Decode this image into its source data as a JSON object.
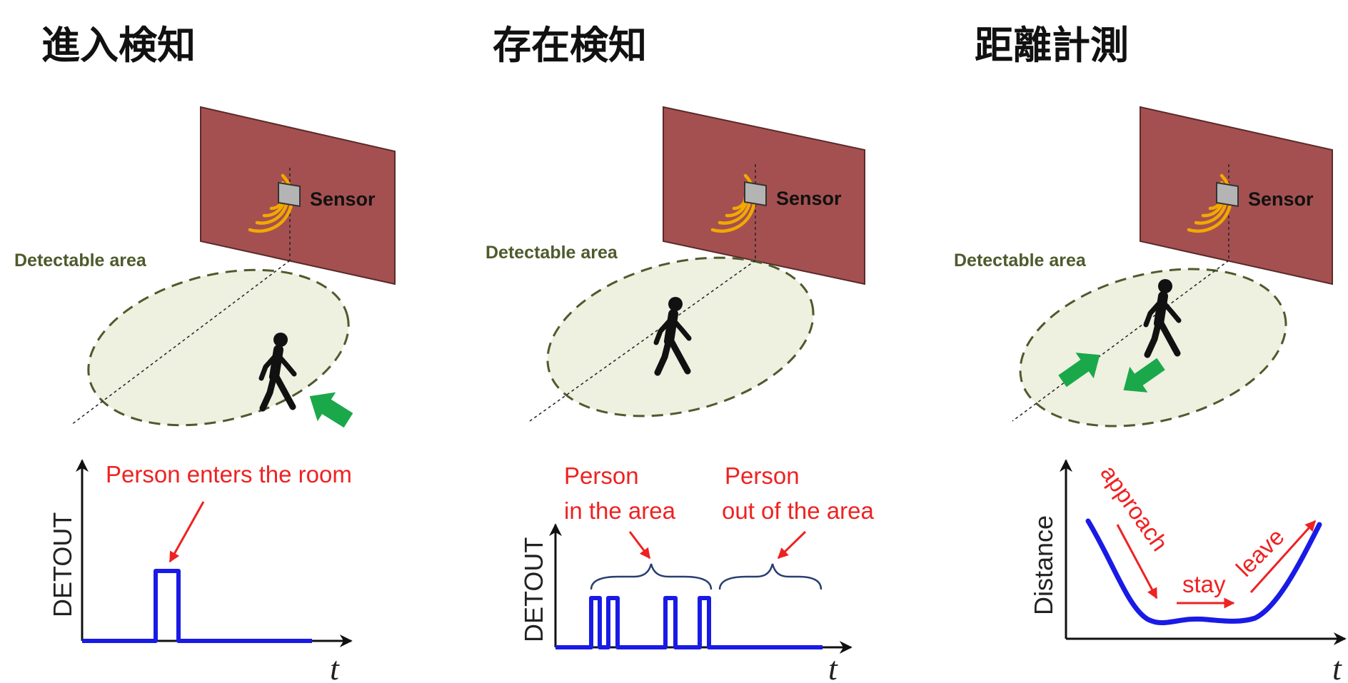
{
  "panels": [
    {
      "title": "進入検知",
      "sensor_label": "Sensor",
      "area_label": "Detectable area",
      "graph": {
        "y_label": "DETOUT",
        "t_label": "t",
        "annotation": "Person enters the room"
      }
    },
    {
      "title": "存在検知",
      "sensor_label": "Sensor",
      "area_label": "Detectable area",
      "graph": {
        "y_label": "DETOUT",
        "t_label": "t",
        "annotation_in_1": "Person",
        "annotation_in_2": "in the area",
        "annotation_out_1": "Person",
        "annotation_out_2": "out of the area"
      }
    },
    {
      "title": "距離計測",
      "sensor_label": "Sensor",
      "area_label": "Detectable area",
      "graph": {
        "y_label": "Distance",
        "t_label": "t",
        "annotation_approach": "approach",
        "annotation_stay": "stay",
        "annotation_leave": "leave"
      }
    }
  ],
  "colors": {
    "wall": "#a55050",
    "area_fill": "#eef0e0",
    "area_stroke": "#4e5a2c",
    "signal": "#1a1ae6",
    "annotation": "#ee2222",
    "arrow_green": "#1aa84a",
    "waves": "#f2a900",
    "sensor_box": "#b4b4b4"
  }
}
